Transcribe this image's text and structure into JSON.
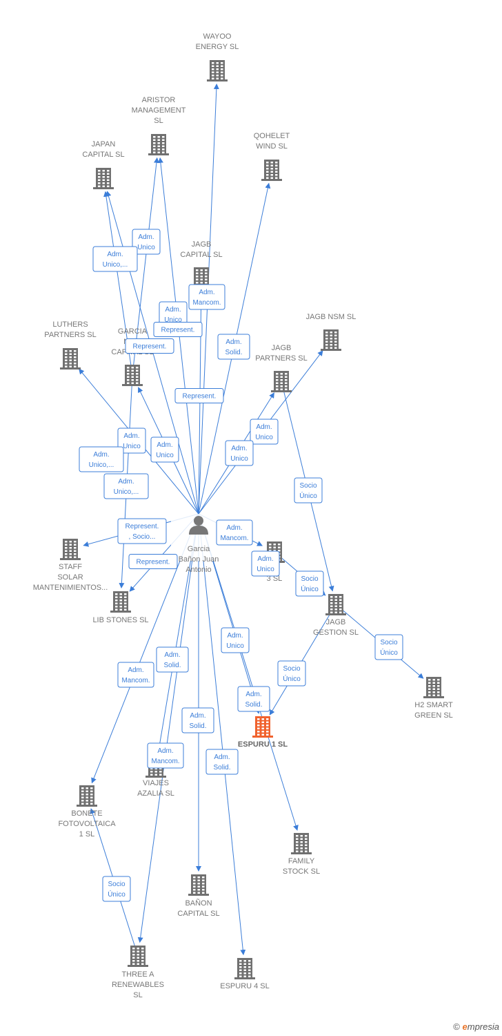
{
  "colors": {
    "edge": "#3b7dd8",
    "company": "#707070",
    "highlight": "#f0622d",
    "person": "#777777"
  },
  "person": {
    "lines": [
      "Garcia",
      "Bañon Juan",
      "Antonio"
    ],
    "icon": "person-icon"
  },
  "nodes": [
    {
      "id": "wayoo",
      "lines": [
        "WAYOO",
        "ENERGY  SL"
      ]
    },
    {
      "id": "aristor",
      "lines": [
        "ARISTOR",
        "MANAGEMENT",
        "SL"
      ]
    },
    {
      "id": "japan",
      "lines": [
        "JAPAN",
        "CAPITAL  SL"
      ]
    },
    {
      "id": "qohelet",
      "lines": [
        "QOHELET",
        "WIND  SL"
      ]
    },
    {
      "id": "jagbcap",
      "lines": [
        "JAGB",
        "CAPITAL  SL"
      ]
    },
    {
      "id": "jagbnsm",
      "lines": [
        "JAGB NSM  SL"
      ]
    },
    {
      "id": "luthers",
      "lines": [
        "LUTHERS",
        "PARTNERS  SL"
      ]
    },
    {
      "id": "garciamor",
      "lines": [
        "GARCIA",
        "MOR",
        "CAPITAL  SL"
      ]
    },
    {
      "id": "jagbpart",
      "lines": [
        "JAGB",
        "PARTNERS  SL"
      ]
    },
    {
      "id": "staff",
      "lines": [
        "STAFF",
        "SOLAR",
        "MANTENIMIENTOS..."
      ]
    },
    {
      "id": "libstones",
      "lines": [
        "LIB STONES SL"
      ]
    },
    {
      "id": "espuru3",
      "lines": [
        "E",
        "3  SL"
      ]
    },
    {
      "id": "jagbgest",
      "lines": [
        "JAGB",
        "GESTION  SL"
      ]
    },
    {
      "id": "h2smart",
      "lines": [
        "H2 SMART",
        "GREEN  SL"
      ]
    },
    {
      "id": "espuru1",
      "lines": [
        "ESPURU 1  SL"
      ],
      "main": true
    },
    {
      "id": "viajes",
      "lines": [
        "VIAJES",
        "AZALIA SL"
      ]
    },
    {
      "id": "bonete",
      "lines": [
        "BONETE",
        "FOTOVOLTAICA",
        "1  SL"
      ]
    },
    {
      "id": "family",
      "lines": [
        "FAMILY",
        "STOCK SL"
      ]
    },
    {
      "id": "banon",
      "lines": [
        "BAÑON",
        "CAPITAL SL"
      ]
    },
    {
      "id": "threea",
      "lines": [
        "THREE A",
        "RENEWABLES",
        "SL"
      ]
    },
    {
      "id": "espuru4",
      "lines": [
        "ESPURU 4  SL"
      ]
    }
  ],
  "edges": [
    {
      "from": "person",
      "to": "wayoo"
    },
    {
      "from": "person",
      "to": "aristor"
    },
    {
      "from": "person",
      "to": "japan"
    },
    {
      "from": "person",
      "to": "qohelet"
    },
    {
      "from": "person",
      "to": "jagbcap"
    },
    {
      "from": "person",
      "to": "jagbnsm"
    },
    {
      "from": "person",
      "to": "luthers"
    },
    {
      "from": "person",
      "to": "garciamor"
    },
    {
      "from": "person",
      "to": "jagbpart"
    },
    {
      "from": "person",
      "to": "staff"
    },
    {
      "from": "person",
      "to": "libstones"
    },
    {
      "from": "person",
      "to": "espuru3"
    },
    {
      "from": "person",
      "to": "espuru1"
    },
    {
      "from": "person",
      "to": "viajes"
    },
    {
      "from": "person",
      "to": "bonete"
    },
    {
      "from": "person",
      "to": "family"
    },
    {
      "from": "person",
      "to": "banon"
    },
    {
      "from": "person",
      "to": "threea"
    },
    {
      "from": "person",
      "to": "espuru4"
    },
    {
      "from": "garciamor",
      "to": "japan"
    },
    {
      "from": "garciamor",
      "to": "aristor"
    },
    {
      "from": "garciamor",
      "to": "libstones"
    },
    {
      "from": "jagbpart",
      "to": "jagbgest"
    },
    {
      "from": "espuru3",
      "to": "jagbgest"
    },
    {
      "from": "jagbgest",
      "to": "h2smart"
    },
    {
      "from": "jagbgest",
      "to": "espuru1"
    },
    {
      "from": "threea",
      "to": "bonete"
    }
  ],
  "edge_labels": [
    {
      "lines": [
        "Adm.",
        "Unico"
      ]
    },
    {
      "lines": [
        "Adm.",
        "Unico,..."
      ]
    },
    {
      "lines": [
        "Adm.",
        "Mancom."
      ]
    },
    {
      "lines": [
        "Adm.",
        "Unico"
      ]
    },
    {
      "lines": [
        "Represent."
      ]
    },
    {
      "lines": [
        "Represent."
      ]
    },
    {
      "lines": [
        "Adm.",
        "Solid."
      ]
    },
    {
      "lines": [
        "Represent."
      ]
    },
    {
      "lines": [
        "Adm.",
        "Unico"
      ]
    },
    {
      "lines": [
        "Adm.",
        "Unico"
      ]
    },
    {
      "lines": [
        "Adm.",
        "Unico"
      ]
    },
    {
      "lines": [
        "Adm.",
        "Unico"
      ]
    },
    {
      "lines": [
        "Adm.",
        "Unico,..."
      ]
    },
    {
      "lines": [
        "Adm.",
        "Unico,..."
      ]
    },
    {
      "lines": [
        "Socio",
        "Único"
      ]
    },
    {
      "lines": [
        "Represent.",
        ", Socio..."
      ]
    },
    {
      "lines": [
        "Adm.",
        "Mancom."
      ]
    },
    {
      "lines": [
        "Represent."
      ]
    },
    {
      "lines": [
        "Adm.",
        "Unico"
      ]
    },
    {
      "lines": [
        "Socio",
        "Único"
      ]
    },
    {
      "lines": [
        "Adm.",
        "Unico"
      ]
    },
    {
      "lines": [
        "Socio",
        "Único"
      ]
    },
    {
      "lines": [
        "Socio",
        "Único"
      ]
    },
    {
      "lines": [
        "Adm.",
        "Solid."
      ]
    },
    {
      "lines": [
        "Adm.",
        "Mancom."
      ]
    },
    {
      "lines": [
        "Adm.",
        "Solid."
      ]
    },
    {
      "lines": [
        "Adm.",
        "Solid."
      ]
    },
    {
      "lines": [
        "Adm.",
        "Mancom."
      ]
    },
    {
      "lines": [
        "Adm.",
        "Solid."
      ]
    },
    {
      "lines": [
        "Socio",
        "Único"
      ]
    }
  ],
  "brand": {
    "copyright": "©",
    "initial": "e",
    "rest": "mpresia"
  }
}
